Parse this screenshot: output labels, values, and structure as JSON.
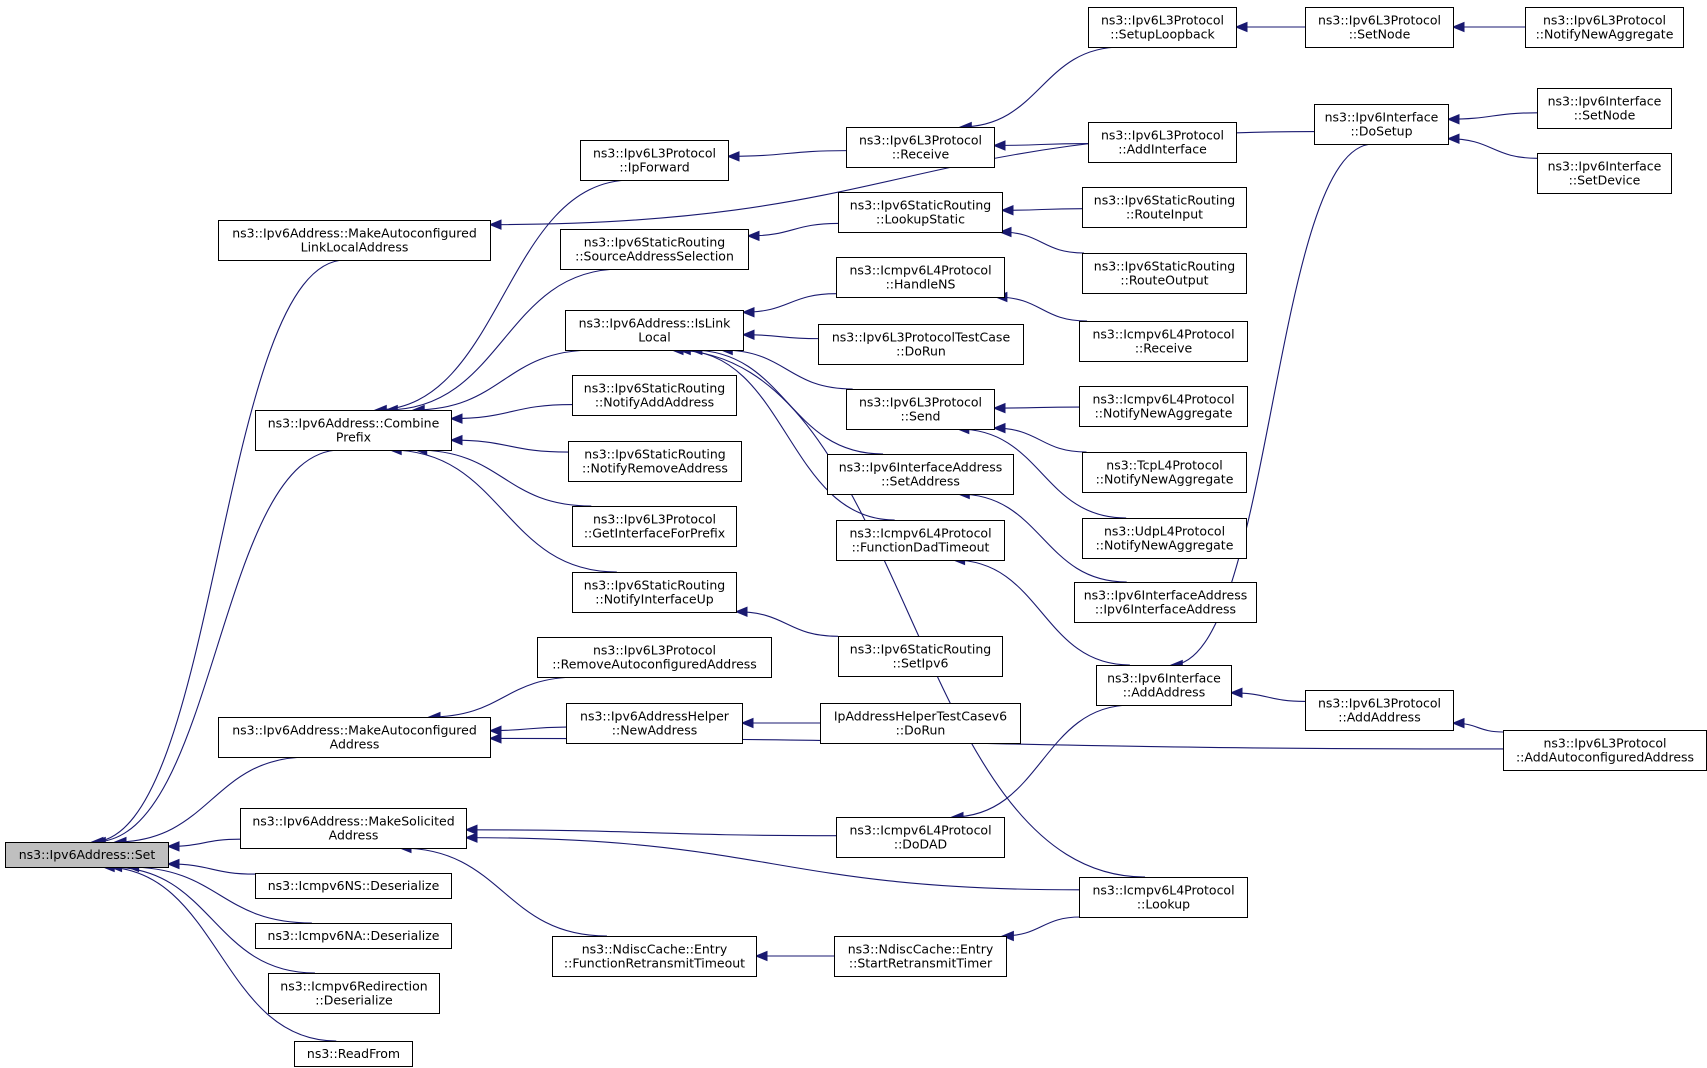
{
  "graph": {
    "colors": {
      "edge": "#191970",
      "root_fill": "#bfbfbf",
      "node_fill": "#ffffff",
      "border": "#000000"
    },
    "root": "set",
    "nodes": [
      {
        "id": "set",
        "lines": [
          "ns3::Ipv6Address::Set"
        ]
      },
      {
        "id": "mkll",
        "lines": [
          "ns3::Ipv6Address::MakeAutoconfigured",
          "LinkLocalAddress"
        ]
      },
      {
        "id": "combine",
        "lines": [
          "ns3::Ipv6Address::Combine",
          "Prefix"
        ]
      },
      {
        "id": "mkauto",
        "lines": [
          "ns3::Ipv6Address::MakeAutoconfigured",
          "Address"
        ]
      },
      {
        "id": "mksol",
        "lines": [
          "ns3::Ipv6Address::MakeSolicited",
          "Address"
        ]
      },
      {
        "id": "icns_deser",
        "lines": [
          "ns3::Icmpv6NS::Deserialize"
        ]
      },
      {
        "id": "icna_deser",
        "lines": [
          "ns3::Icmpv6NA::Deserialize"
        ]
      },
      {
        "id": "icredir",
        "lines": [
          "ns3::Icmpv6Redirection",
          "::Deserialize"
        ]
      },
      {
        "id": "readfrom",
        "lines": [
          "ns3::ReadFrom"
        ]
      },
      {
        "id": "ipforward",
        "lines": [
          "ns3::Ipv6L3Protocol",
          "::IpForward"
        ]
      },
      {
        "id": "srcaddrsel",
        "lines": [
          "ns3::Ipv6StaticRouting",
          "::SourceAddressSelection"
        ]
      },
      {
        "id": "islink",
        "lines": [
          "ns3::Ipv6Address::IsLink",
          "Local"
        ]
      },
      {
        "id": "notifyadd",
        "lines": [
          "ns3::Ipv6StaticRouting",
          "::NotifyAddAddress"
        ]
      },
      {
        "id": "notifyrem",
        "lines": [
          "ns3::Ipv6StaticRouting",
          "::NotifyRemoveAddress"
        ]
      },
      {
        "id": "getiface",
        "lines": [
          "ns3::Ipv6L3Protocol",
          "::GetInterfaceForPrefix"
        ]
      },
      {
        "id": "notifyup",
        "lines": [
          "ns3::Ipv6StaticRouting",
          "::NotifyInterfaceUp"
        ]
      },
      {
        "id": "removeauto",
        "lines": [
          "ns3::Ipv6L3Protocol",
          "::RemoveAutoconfiguredAddress"
        ]
      },
      {
        "id": "newaddr",
        "lines": [
          "ns3::Ipv6AddressHelper",
          "::NewAddress"
        ]
      },
      {
        "id": "fnretx",
        "lines": [
          "ns3::NdiscCache::Entry",
          "::FunctionRetransmitTimeout"
        ]
      },
      {
        "id": "receive",
        "lines": [
          "ns3::Ipv6L3Protocol",
          "::Receive"
        ]
      },
      {
        "id": "lookupstatic",
        "lines": [
          "ns3::Ipv6StaticRouting",
          "::LookupStatic"
        ]
      },
      {
        "id": "handlens",
        "lines": [
          "ns3::Icmpv6L4Protocol",
          "::HandleNS"
        ]
      },
      {
        "id": "l3test",
        "lines": [
          "ns3::Ipv6L3ProtocolTestCase",
          "::DoRun"
        ]
      },
      {
        "id": "send",
        "lines": [
          "ns3::Ipv6L3Protocol",
          "::Send"
        ]
      },
      {
        "id": "ifaddrset",
        "lines": [
          "ns3::Ipv6InterfaceAddress",
          "::SetAddress"
        ]
      },
      {
        "id": "fndad",
        "lines": [
          "ns3::Icmpv6L4Protocol",
          "::FunctionDadTimeout"
        ]
      },
      {
        "id": "setipv6",
        "lines": [
          "ns3::Ipv6StaticRouting",
          "::SetIpv6"
        ]
      },
      {
        "id": "iphelpertest",
        "lines": [
          "IpAddressHelperTestCasev6",
          "::DoRun"
        ]
      },
      {
        "id": "dodad",
        "lines": [
          "ns3::Icmpv6L4Protocol",
          "::DoDAD"
        ]
      },
      {
        "id": "startretx",
        "lines": [
          "ns3::NdiscCache::Entry",
          "::StartRetransmitTimer"
        ]
      },
      {
        "id": "setuploop",
        "lines": [
          "ns3::Ipv6L3Protocol",
          "::SetupLoopback"
        ]
      },
      {
        "id": "addiface",
        "lines": [
          "ns3::Ipv6L3Protocol",
          "::AddInterface"
        ]
      },
      {
        "id": "routeinput",
        "lines": [
          "ns3::Ipv6StaticRouting",
          "::RouteInput"
        ]
      },
      {
        "id": "routeoutput",
        "lines": [
          "ns3::Ipv6StaticRouting",
          "::RouteOutput"
        ]
      },
      {
        "id": "icrecv",
        "lines": [
          "ns3::Icmpv6L4Protocol",
          "::Receive"
        ]
      },
      {
        "id": "icnotify",
        "lines": [
          "ns3::Icmpv6L4Protocol",
          "::NotifyNewAggregate"
        ]
      },
      {
        "id": "tcpnotify",
        "lines": [
          "ns3::TcpL4Protocol",
          "::NotifyNewAggregate"
        ]
      },
      {
        "id": "udpnotify",
        "lines": [
          "ns3::UdpL4Protocol",
          "::NotifyNewAggregate"
        ]
      },
      {
        "id": "ifaddrctor",
        "lines": [
          "ns3::Ipv6InterfaceAddress",
          "::Ipv6InterfaceAddress"
        ]
      },
      {
        "id": "ifaceadd",
        "lines": [
          "ns3::Ipv6Interface",
          "::AddAddress"
        ]
      },
      {
        "id": "iclookup",
        "lines": [
          "ns3::Icmpv6L4Protocol",
          "::Lookup"
        ]
      },
      {
        "id": "setnode_l3",
        "lines": [
          "ns3::Ipv6L3Protocol",
          "::SetNode"
        ]
      },
      {
        "id": "dosetup",
        "lines": [
          "ns3::Ipv6Interface",
          "::DoSetup"
        ]
      },
      {
        "id": "l3addaddr",
        "lines": [
          "ns3::Ipv6L3Protocol",
          "::AddAddress"
        ]
      },
      {
        "id": "l3notify",
        "lines": [
          "ns3::Ipv6L3Protocol",
          "::NotifyNewAggregate"
        ]
      },
      {
        "id": "ifsetnode",
        "lines": [
          "ns3::Ipv6Interface",
          "::SetNode"
        ]
      },
      {
        "id": "ifsetdev",
        "lines": [
          "ns3::Ipv6Interface",
          "::SetDevice"
        ]
      },
      {
        "id": "addautocfg",
        "lines": [
          "ns3::Ipv6L3Protocol",
          "::AddAutoconfiguredAddress"
        ]
      }
    ],
    "edges": [
      [
        "set",
        "mkll"
      ],
      [
        "set",
        "combine"
      ],
      [
        "set",
        "mkauto"
      ],
      [
        "set",
        "mksol"
      ],
      [
        "set",
        "icns_deser"
      ],
      [
        "set",
        "icna_deser"
      ],
      [
        "set",
        "icredir"
      ],
      [
        "set",
        "readfrom"
      ],
      [
        "mkll",
        "dosetup"
      ],
      [
        "combine",
        "ipforward"
      ],
      [
        "combine",
        "srcaddrsel"
      ],
      [
        "combine",
        "islink"
      ],
      [
        "combine",
        "notifyadd"
      ],
      [
        "combine",
        "notifyrem"
      ],
      [
        "combine",
        "getiface"
      ],
      [
        "combine",
        "notifyup"
      ],
      [
        "mkauto",
        "removeauto"
      ],
      [
        "mkauto",
        "newaddr"
      ],
      [
        "mkauto",
        "addautocfg"
      ],
      [
        "mksol",
        "dodad"
      ],
      [
        "mksol",
        "iclookup"
      ],
      [
        "mksol",
        "fnretx"
      ],
      [
        "ipforward",
        "receive"
      ],
      [
        "srcaddrsel",
        "lookupstatic"
      ],
      [
        "islink",
        "handlens"
      ],
      [
        "islink",
        "l3test"
      ],
      [
        "islink",
        "send"
      ],
      [
        "islink",
        "ifaddrset"
      ],
      [
        "islink",
        "fndad"
      ],
      [
        "islink",
        "iclookup"
      ],
      [
        "notifyup",
        "setipv6"
      ],
      [
        "newaddr",
        "iphelpertest"
      ],
      [
        "fnretx",
        "startretx"
      ],
      [
        "receive",
        "setuploop"
      ],
      [
        "receive",
        "addiface"
      ],
      [
        "lookupstatic",
        "routeinput"
      ],
      [
        "lookupstatic",
        "routeoutput"
      ],
      [
        "handlens",
        "icrecv"
      ],
      [
        "send",
        "icnotify"
      ],
      [
        "send",
        "tcpnotify"
      ],
      [
        "send",
        "udpnotify"
      ],
      [
        "ifaddrset",
        "ifaddrctor"
      ],
      [
        "fndad",
        "ifaceadd"
      ],
      [
        "dodad",
        "ifaceadd"
      ],
      [
        "startretx",
        "iclookup"
      ],
      [
        "setuploop",
        "setnode_l3"
      ],
      [
        "setnode_l3",
        "l3notify"
      ],
      [
        "dosetup",
        "ifsetnode"
      ],
      [
        "dosetup",
        "ifsetdev"
      ],
      [
        "ifaceadd",
        "dosetup"
      ],
      [
        "ifaceadd",
        "l3addaddr"
      ],
      [
        "l3addaddr",
        "addautocfg"
      ]
    ]
  }
}
